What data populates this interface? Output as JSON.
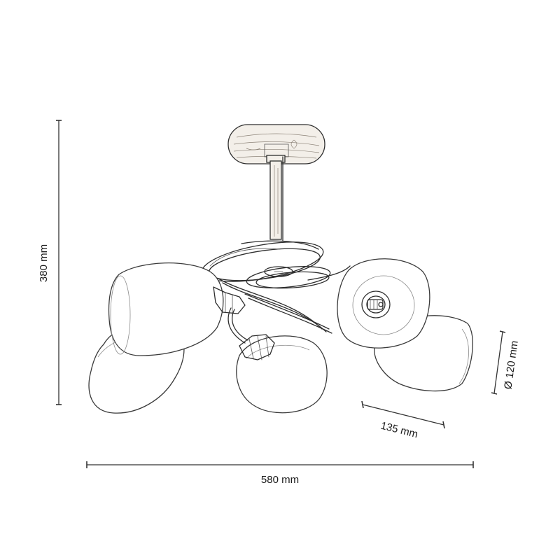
{
  "dimensions": {
    "height": "380 mm",
    "width": "580 mm",
    "shade_length": "135 mm",
    "shade_diameter": "Ø 120 mm"
  }
}
